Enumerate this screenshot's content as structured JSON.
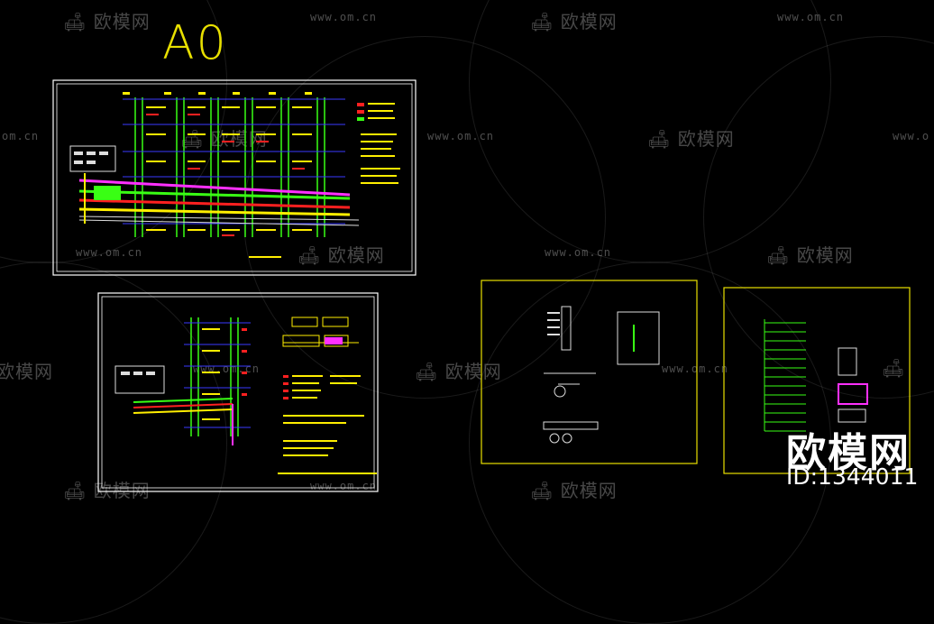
{
  "canvas": {
    "background": "#000000"
  },
  "watermark": {
    "brand_text": "欧模网",
    "url_text": "www.om.cn",
    "partial_url": "om.cn",
    "partial_url_right": "www.o"
  },
  "sheet_label": "A0",
  "corner": {
    "brand": "欧模网",
    "id_text": "ID:1344011"
  },
  "colors": {
    "frame_white": "#ffffff",
    "frame_yellow": "#e8e000",
    "line_green": "#39ff14",
    "line_blue": "#3a3aff",
    "line_red": "#ff2020",
    "line_magenta": "#ff30ff",
    "line_yellow": "#ffee00",
    "line_white": "#dddddd"
  }
}
